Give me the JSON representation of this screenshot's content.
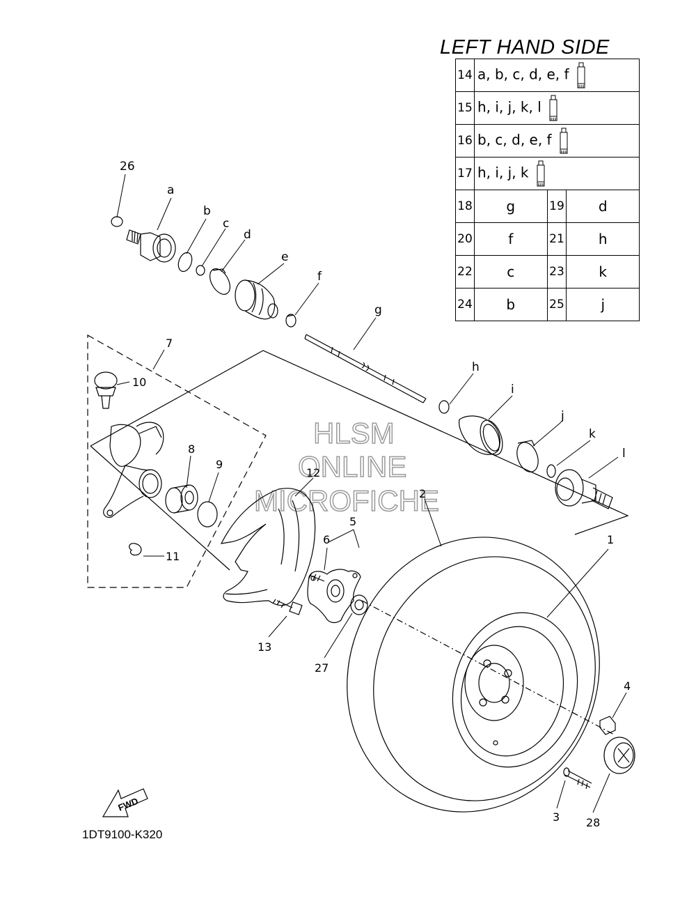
{
  "title": "LEFT HAND SIDE",
  "legend_rows": [
    {
      "num": "14",
      "letters": "a, b, c, d, e, f"
    },
    {
      "num": "15",
      "letters": "h, i, j, k, l"
    },
    {
      "num": "16",
      "letters": "b, c, d, e, f"
    },
    {
      "num": "17",
      "letters": "h, i, j, k"
    }
  ],
  "legend_pairs": [
    [
      {
        "num": "18",
        "letter": "g"
      },
      {
        "num": "19",
        "letter": "d"
      }
    ],
    [
      {
        "num": "20",
        "letter": "f"
      },
      {
        "num": "21",
        "letter": "h"
      }
    ],
    [
      {
        "num": "22",
        "letter": "c"
      },
      {
        "num": "23",
        "letter": "k"
      }
    ],
    [
      {
        "num": "24",
        "letter": "b"
      },
      {
        "num": "25",
        "letter": "j"
      }
    ]
  ],
  "labels": {
    "l26": "26",
    "la": "a",
    "lb": "b",
    "lc": "c",
    "ld": "d",
    "le": "e",
    "lf": "f",
    "lg": "g",
    "lh": "h",
    "li": "i",
    "lj": "j",
    "lk": "k",
    "ll": "l",
    "l7": "7",
    "l10": "10",
    "l8": "8",
    "l9": "9",
    "l11": "11",
    "l12": "12",
    "l2": "2",
    "l5": "5",
    "l6": "6",
    "l1": "1",
    "l13": "13",
    "l27": "27",
    "l4": "4",
    "l3": "3",
    "l28": "28"
  },
  "watermark": {
    "line1": "HLSM",
    "line2": "ONLINE",
    "line3": "MICROFICHE"
  },
  "fwd_label": "FWD",
  "drawing_code": "1DT9100-K320"
}
